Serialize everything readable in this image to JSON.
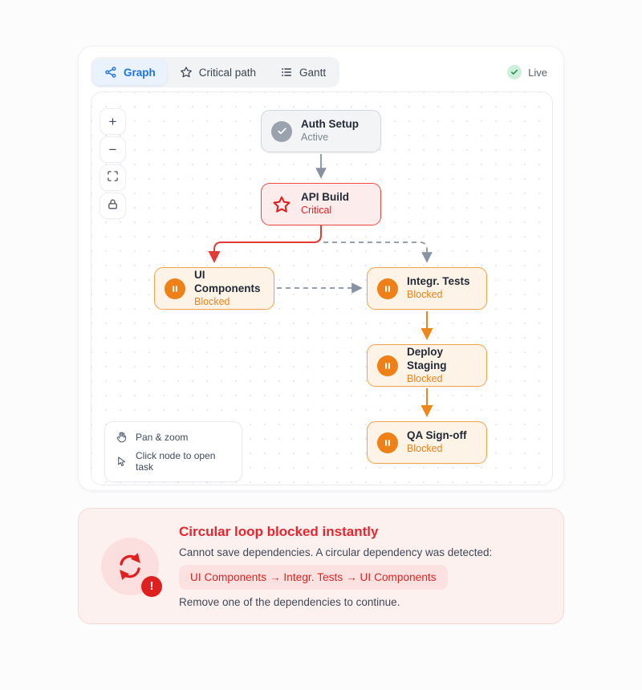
{
  "toolbar": {
    "tabs": [
      {
        "label": "Graph",
        "icon": "graph-icon",
        "active": true
      },
      {
        "label": "Critical path",
        "icon": "star-icon",
        "active": false
      },
      {
        "label": "Gantt",
        "icon": "list-icon",
        "active": false
      }
    ],
    "live_label": "Live"
  },
  "zoom_controls": {
    "zoom_in": "+",
    "zoom_out": "−"
  },
  "graph": {
    "nodes": [
      {
        "title": "Auth Setup",
        "status": "Active",
        "state": "active",
        "icon": "check-icon"
      },
      {
        "title": "API Build",
        "status": "Critical",
        "state": "critical",
        "icon": "star-icon"
      },
      {
        "title": "UI Components",
        "status": "Blocked",
        "state": "blocked",
        "icon": "pause-icon"
      },
      {
        "title": "Integr. Tests",
        "status": "Blocked",
        "state": "blocked",
        "icon": "pause-icon"
      },
      {
        "title": "Deploy Staging",
        "status": "Blocked",
        "state": "blocked",
        "icon": "pause-icon"
      },
      {
        "title": "QA Sign-off",
        "status": "Blocked",
        "state": "blocked",
        "icon": "pause-icon"
      }
    ],
    "edges": [
      {
        "from": "Auth Setup",
        "to": "API Build",
        "style": "solid-gray"
      },
      {
        "from": "API Build",
        "to": "UI Components",
        "style": "solid-red"
      },
      {
        "from": "API Build",
        "to": "Integr. Tests",
        "style": "dashed-gray"
      },
      {
        "from": "UI Components",
        "to": "Integr. Tests",
        "style": "dashed-gray"
      },
      {
        "from": "Integr. Tests",
        "to": "Deploy Staging",
        "style": "solid-orange"
      },
      {
        "from": "Deploy Staging",
        "to": "QA Sign-off",
        "style": "solid-orange"
      }
    ],
    "hint": {
      "pan": "Pan & zoom",
      "click": "Click node to open task"
    }
  },
  "alert": {
    "title": "Circular loop blocked instantly",
    "message": "Cannot save dependencies. A circular dependency was detected:",
    "cycle": "UI Components → Integr. Tests → UI Components",
    "footer": "Remove one of the dependencies to continue.",
    "badge": "!"
  },
  "colors": {
    "accent_blue": "#1a73e8",
    "critical_red": "#e02424",
    "blocked_orange": "#ef8018",
    "live_green": "#178a43",
    "edge_gray": "#8792a2"
  }
}
